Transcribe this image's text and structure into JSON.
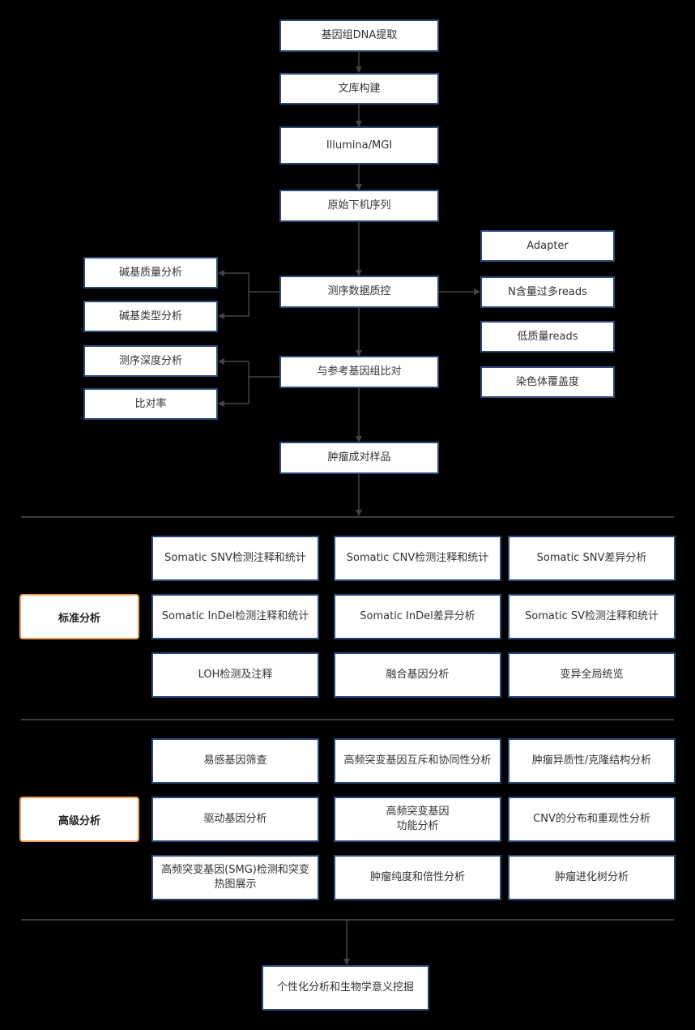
{
  "pipeline": {
    "extraction": "基因组DNA提取",
    "library": "文库构建",
    "sequencer": "Illumina/MGI",
    "raw_reads": "原始下机序列",
    "qc": "测序数据质控",
    "alignment": "与参考基因组比对",
    "pairs": "肿瘤成对样品"
  },
  "qc_left": [
    "碱基质量分析",
    "碱基类型分析"
  ],
  "align_left": [
    "测序深度分析",
    "比对率"
  ],
  "qc_filters": [
    "Adapter",
    "N含量过多reads",
    "低质量reads",
    "染色体覆盖度"
  ],
  "standard": {
    "title": "标准分析",
    "items": [
      "Somatic SNV检测注释和统计",
      "Somatic CNV检测注释和统计",
      "Somatic SNV差异分析",
      "Somatic InDel检测注释和统计",
      "Somatic InDel差异分析",
      "Somatic SV检测注释和统计",
      "LOH检测及注释",
      "融合基因分析",
      "变异全局统览"
    ]
  },
  "advanced": {
    "title": "高级分析",
    "items": [
      "易感基因筛查",
      "高频突变基因互斥和协同性分析",
      "肿瘤异质性/克隆结构分析",
      "驱动基因分析",
      "高频突变基因\n功能分析",
      "CNV的分布和重现性分析",
      "高频突变基因(SMG)检测和突变\n热图展示",
      "肿瘤纯度和倍性分析",
      "肿瘤进化树分析"
    ]
  },
  "final": "个性化分析和生物学意义挖掘"
}
